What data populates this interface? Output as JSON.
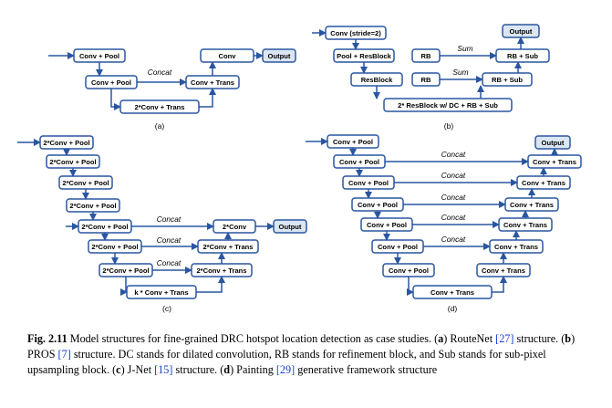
{
  "colors": {
    "box_border": "#2a56a0",
    "box_fill": "#ffffff",
    "output_fill": "#dbe6f4",
    "arrow": "#2a56a0",
    "text": "#000000",
    "ref": "#1a3fd0"
  },
  "panels": {
    "a": {
      "label": "(a)",
      "boxes": [
        "Conv + Pool",
        "Conv + Pool",
        "2*Conv + Trans",
        "Conv + Trans",
        "Conv",
        "Output"
      ],
      "edge_labels": [
        "Concat"
      ]
    },
    "b": {
      "label": "(b)",
      "boxes": [
        "Conv (stride=2)",
        "Pool + ResBlock",
        "ResBlock",
        "2* ResBlock w/ DC + RB + Sub",
        "RB + Sub",
        "RB + Sub",
        "Output",
        "RB",
        "RB"
      ],
      "edge_labels": [
        "Sum",
        "Sum"
      ]
    },
    "c": {
      "label": "(c)",
      "boxes": [
        "2*Conv + Pool",
        "2*Conv + Pool",
        "2*Conv + Pool",
        "2*Conv + Pool",
        "2*Conv + Pool",
        "2*Conv + Pool",
        "2*Conv + Pool",
        "k * Conv + Trans",
        "2*Conv + Trans",
        "2*Conv + Trans",
        "2*Conv",
        "Output"
      ],
      "edge_labels": [
        "Concat",
        "Concat",
        "Concat"
      ]
    },
    "d": {
      "label": "(d)",
      "boxes": [
        "Conv + Pool",
        "Conv + Pool",
        "Conv + Pool",
        "Conv + Pool",
        "Conv + Pool",
        "Conv + Pool",
        "Conv + Pool",
        "Conv + Trans",
        "Conv + Trans",
        "Conv + Trans",
        "Conv + Trans",
        "Conv + Trans",
        "Conv + Trans",
        "Conv + Trans",
        "Output"
      ],
      "edge_labels": [
        "Concat",
        "Concat",
        "Concat",
        "Concat",
        "Concat"
      ]
    }
  },
  "caption": {
    "fig": "Fig. 2.11",
    "t1": " Model structures for fine-grained DRC hotspot location detection as case studies. (",
    "a": "a",
    "t2": ") RouteNet ",
    "r1": "[27]",
    "t3": " structure. (",
    "b": "b",
    "t4": ") PROS ",
    "r2": "[7]",
    "t5": " structure. DC stands for dilated convolution, RB stands for refinement block, and Sub stands for sub-pixel upsampling block. (",
    "c": "c",
    "t6": ") J-Net ",
    "r3": "[15]",
    "t7": " structure. (",
    "d": "d",
    "t8": ") Painting ",
    "r4": "[29]",
    "t9": " generative framework structure"
  }
}
